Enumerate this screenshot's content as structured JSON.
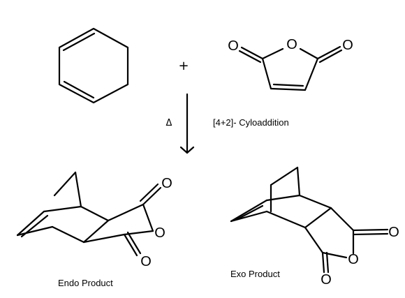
{
  "diagram": {
    "plus_sign": "+",
    "reaction_condition_symbol": "Δ",
    "reaction_type_label": "[4+2]- Cyloaddition",
    "atom_oxygen": "O",
    "endo_label": "Endo Product",
    "exo_label": "Exo Product"
  }
}
